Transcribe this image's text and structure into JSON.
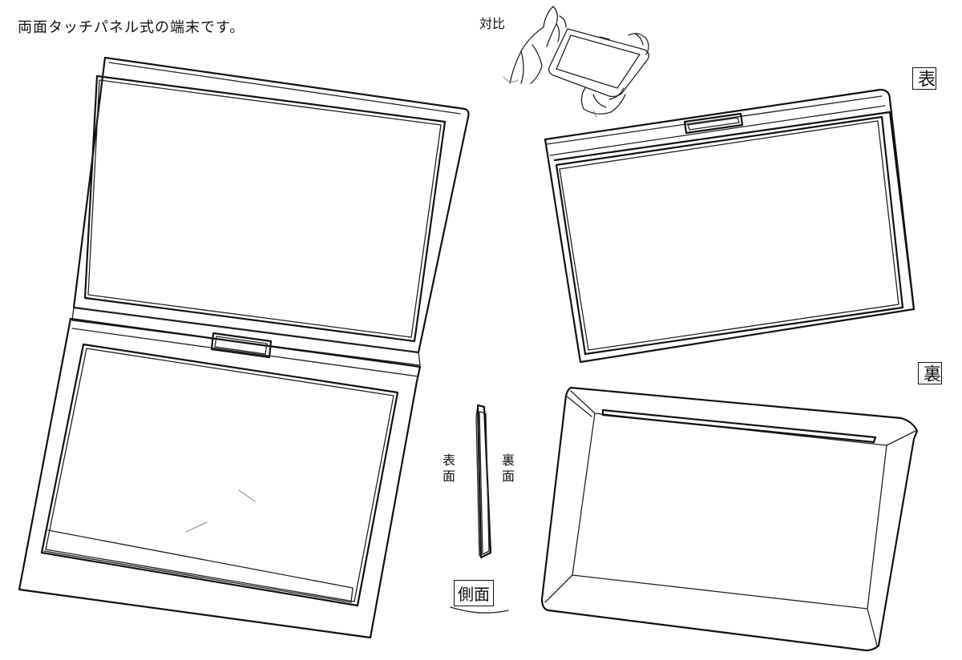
{
  "labels": {
    "caption": "両面タッチパネル式の端末です。",
    "contrast": "対比",
    "front_face": "表面",
    "back_face": "裏面",
    "front_mark": "表",
    "back_mark": "裏",
    "side_mark": "側面"
  }
}
